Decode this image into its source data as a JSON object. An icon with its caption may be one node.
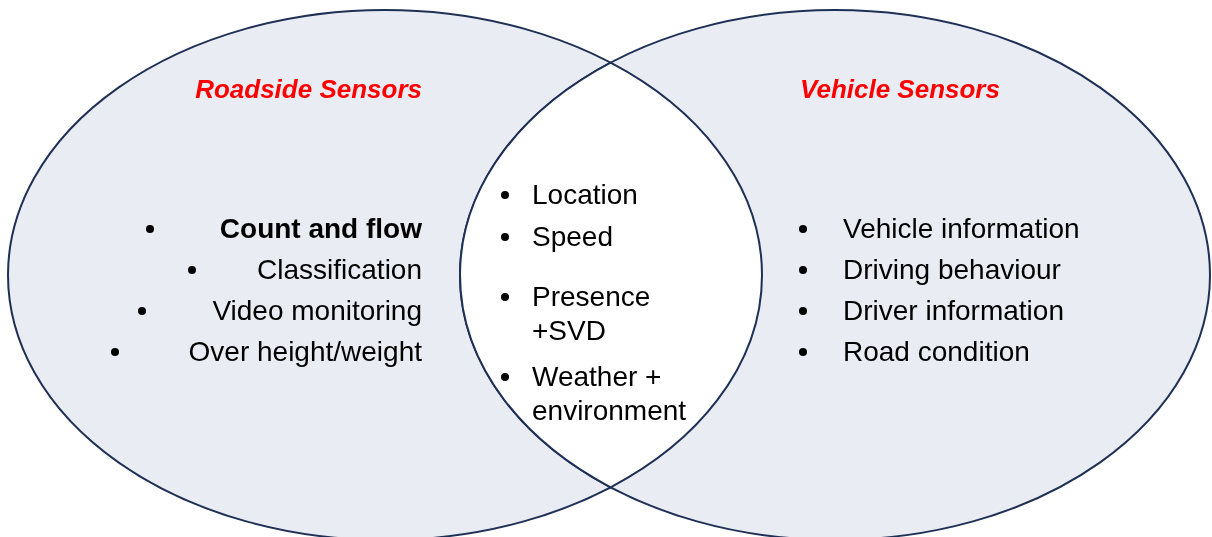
{
  "diagram": {
    "nodes": [
      {
        "text": [
          "Roadside Sensors",
          "Count and flow",
          "Classification",
          "Video monitoring",
          "Over height/weight"
        ]
      },
      {
        "text": [
          "Vehicle Sensors",
          "Vehicle information",
          "Driving behaviour",
          "Driver information",
          "Road condition"
        ]
      },
      {
        "text": [
          "Location",
          "Speed",
          "Presence +SVD",
          "Weather + environment"
        ]
      }
    ],
    "edges": []
  }
}
